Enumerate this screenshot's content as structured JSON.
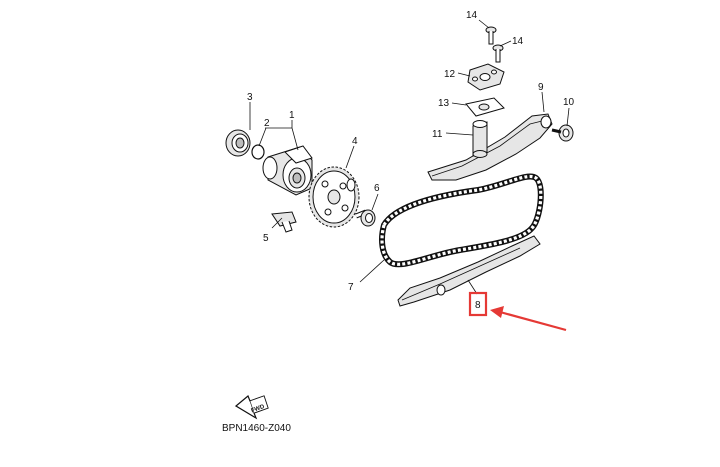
{
  "diagram": {
    "code": "BPN1460-Z040",
    "fwd_label": "FWD",
    "highlight_color": "#e53935",
    "callouts": {
      "c1": "1",
      "c2": "2",
      "c3": "3",
      "c4": "4",
      "c5": "5",
      "c6": "6",
      "c7": "7",
      "c8": "8",
      "c9": "9",
      "c10": "10",
      "c11": "11",
      "c12": "12",
      "c13": "13",
      "c14a": "14",
      "c14b": "14"
    },
    "highlighted_callout": "8"
  }
}
